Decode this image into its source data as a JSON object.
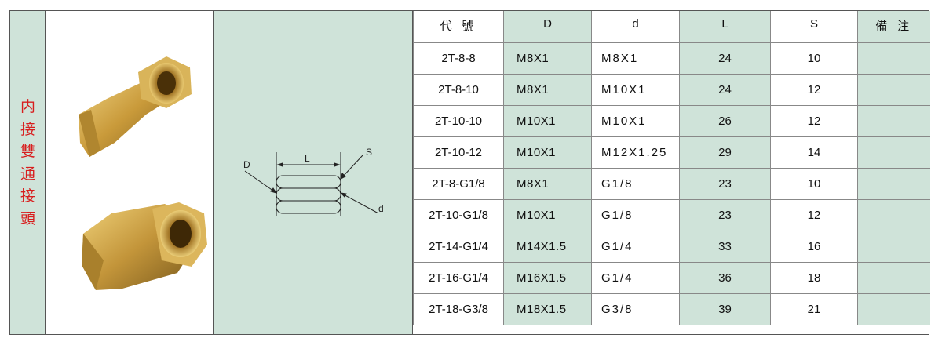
{
  "product_title": [
    "内",
    "接",
    "雙",
    "通",
    "接",
    "頭"
  ],
  "diagram": {
    "label_D": "D",
    "label_L": "L",
    "label_S": "S",
    "label_d": "d"
  },
  "table": {
    "headers": [
      "代 號",
      "D",
      "d",
      "L",
      "S",
      "備 注"
    ],
    "rows": [
      {
        "code": "2T-8-8",
        "D": "M8X1",
        "d": "M8X1",
        "L": "24",
        "S": "10",
        "note": ""
      },
      {
        "code": "2T-8-10",
        "D": "M8X1",
        "d": "M10X1",
        "L": "24",
        "S": "12",
        "note": ""
      },
      {
        "code": "2T-10-10",
        "D": "M10X1",
        "d": "M10X1",
        "L": "26",
        "S": "12",
        "note": ""
      },
      {
        "code": "2T-10-12",
        "D": "M10X1",
        "d": "M12X1.25",
        "L": "29",
        "S": "14",
        "note": ""
      },
      {
        "code": "2T-8-G1/8",
        "D": "M8X1",
        "d": "G1/8",
        "L": "23",
        "S": "10",
        "note": ""
      },
      {
        "code": "2T-10-G1/8",
        "D": "M10X1",
        "d": "G1/8",
        "L": "23",
        "S": "12",
        "note": ""
      },
      {
        "code": "2T-14-G1/4",
        "D": "M14X1.5",
        "d": "G1/4",
        "L": "33",
        "S": "16",
        "note": ""
      },
      {
        "code": "2T-16-G1/4",
        "D": "M16X1.5",
        "d": "G1/4",
        "L": "36",
        "S": "18",
        "note": ""
      },
      {
        "code": "2T-18-G3/8",
        "D": "M18X1.5",
        "d": "G3/8",
        "L": "39",
        "S": "21",
        "note": ""
      }
    ]
  },
  "colors": {
    "panel_green": "#cfe3d9",
    "title_red": "#d81e1e",
    "brass": "#c9a24a"
  }
}
